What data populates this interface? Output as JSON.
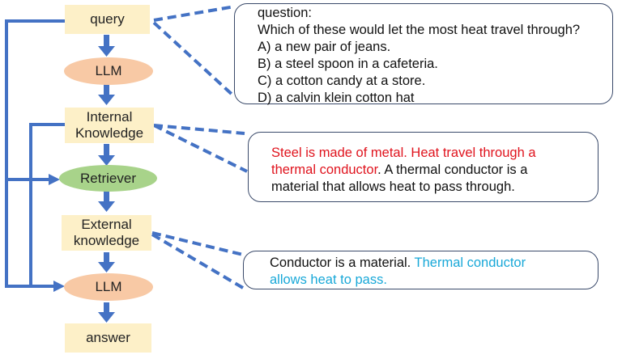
{
  "nodes": {
    "query": "query",
    "llm1": "LLM",
    "internal_line1": "Internal",
    "internal_line2": "Knowledge",
    "retriever": "Retriever",
    "external_line1": "External",
    "external_line2": "knowledge",
    "llm2": "LLM",
    "answer": "answer"
  },
  "callouts": {
    "question": {
      "lines": [
        "question:",
        "Which of these would let the most heat travel through?",
        "A) a new pair of jeans.",
        "B) a steel spoon in a cafeteria.",
        "C) a cotton candy at a store.",
        "D) a calvin klein cotton hat"
      ]
    },
    "internal": {
      "red_text": "Steel is made of metal. Heat travel through a thermal conductor",
      "black_text": ". A thermal conductor is a material that allows heat to pass through."
    },
    "external": {
      "black_text": "Conductor is a material. ",
      "cyan_text": "Thermal conductor allows heat to pass."
    }
  },
  "colors": {
    "arrow_blue": "#4472c4",
    "box_fill": "#fdf0c8",
    "llm_fill": "#f8c9a5",
    "retriever_fill": "#a8d38a",
    "highlight_red": "#e0141e",
    "highlight_cyan": "#18a8d8"
  }
}
